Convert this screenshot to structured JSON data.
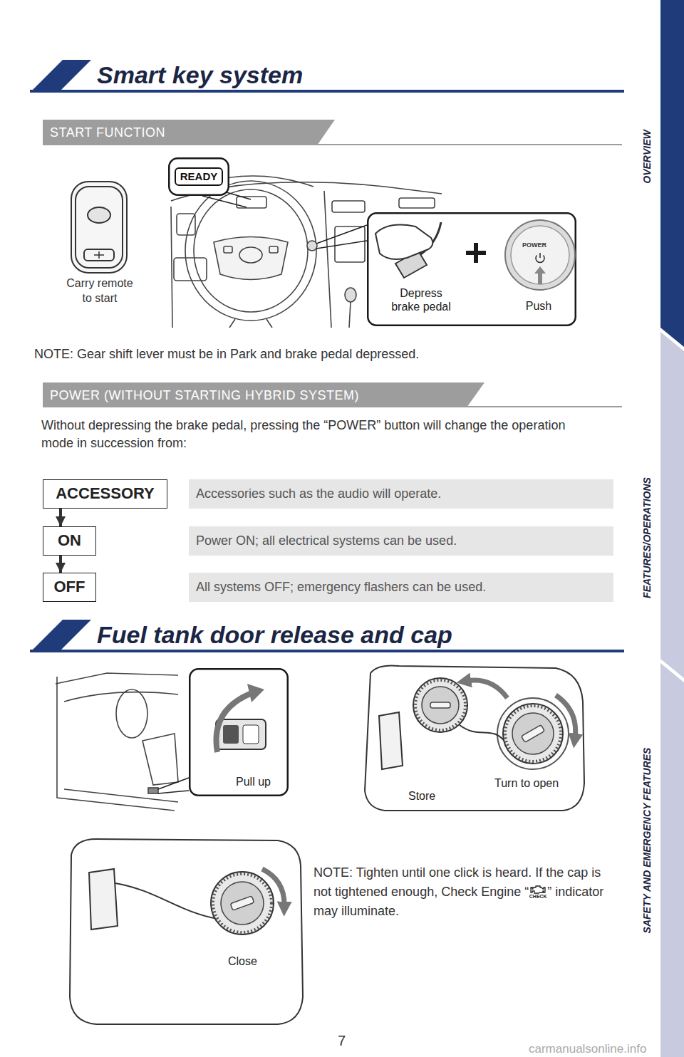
{
  "diagram": {
    "nodes": [
      {
        "text": [
          "Smart key system"
        ]
      },
      {
        "text": [
          "START FUNCTION"
        ]
      },
      {
        "text": [
          "READY"
        ]
      },
      {
        "text": [
          "Depress brake pedal",
          "Push"
        ]
      },
      {
        "text": [
          "POWER"
        ],
        "in": 3
      },
      {
        "text": [
          "POWER (WITHOUT STARTING HYBRID SYSTEM)"
        ]
      },
      {
        "text": [
          "ACCESSORY"
        ]
      },
      {
        "text": [
          "Accessories such as the audio will operate."
        ]
      },
      {
        "text": [
          "ON"
        ]
      },
      {
        "text": [
          "Power ON; all electrical systems can be used."
        ]
      },
      {
        "text": [
          "OFF"
        ]
      },
      {
        "text": [
          "All systems OFF; emergency flashers can be used."
        ]
      },
      {
        "text": [
          "Fuel tank door release and cap"
        ]
      },
      {
        "text": [
          "Pull up"
        ]
      }
    ],
    "edges": [
      {
        "from": 6,
        "to": 8,
        "arrow": "to"
      },
      {
        "from": 8,
        "to": 10,
        "arrow": "to"
      }
    ],
    "labels": [
      "Carry remote to start",
      "NOTE: Gear shift lever must be in Park and brake pedal depressed.",
      "Without depressing the brake pedal, pressing the “POWER” button will change the operation mode in succession from:",
      "Store",
      "Turn to open",
      "NOTE: Tighten until one click is heard. If the cap is not tightened enough, Check Engine “",
      "CHECK",
      "” indicator may illuminate.",
      "Close",
      "7",
      "OVERVIEW",
      "FEATURES/OPERATIONS",
      "SAFETY AND EMERGENCY FEATURES",
      "carmanualsonline.info"
    ]
  }
}
